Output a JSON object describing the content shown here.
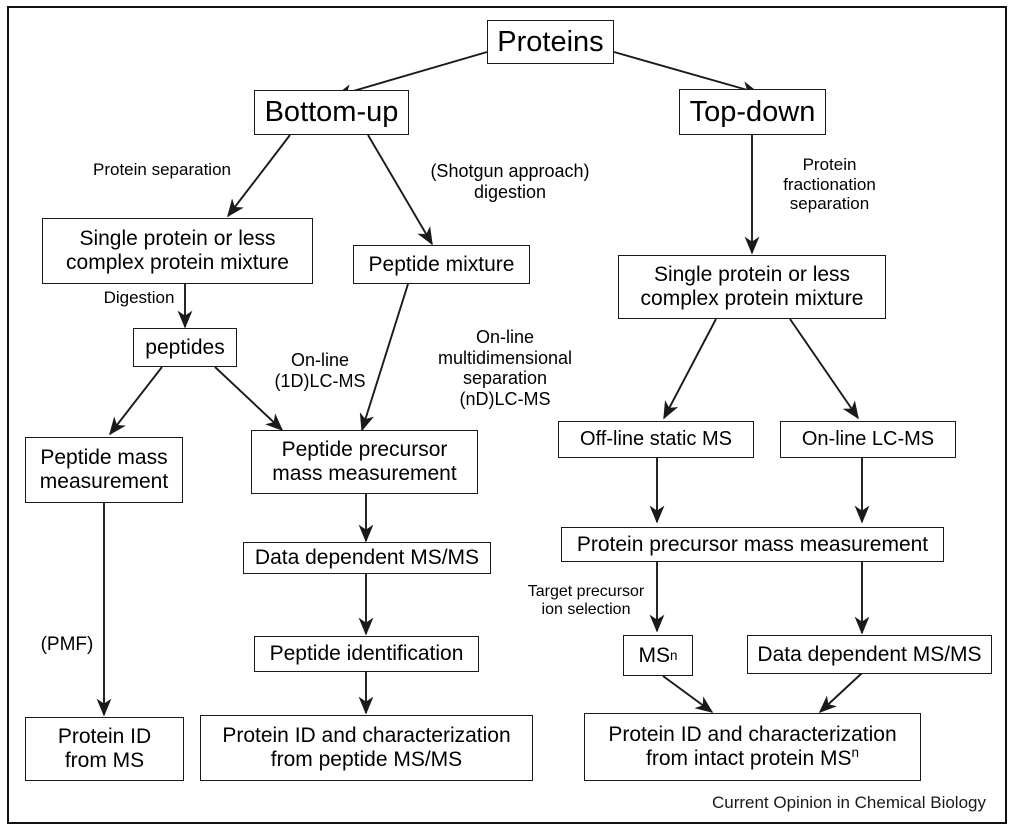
{
  "figure": {
    "title": "Proteomics workflow: bottom-up versus top-down mass spectrometry",
    "credit": "Current Opinion in Chemical Biology",
    "stroke_color": "#1a1a1a",
    "background_color": "#ffffff"
  },
  "nodes": {
    "proteins": "Proteins",
    "bottom_up": "Bottom-up",
    "top_down": "Top-down",
    "bu_single_protein": "Single protein or less\ncomplex protein mixture",
    "bu_peptide_mixture": "Peptide mixture",
    "bu_peptides": "peptides",
    "bu_peptide_mass": "Peptide mass\nmeasurement",
    "bu_precursor_mass": "Peptide precursor\nmass measurement",
    "bu_dd_msms": "Data dependent MS/MS",
    "bu_peptide_id": "Peptide identification",
    "bu_protein_id_ms": "Protein ID\nfrom MS",
    "bu_protein_id_char": "Protein ID and characterization\nfrom peptide MS/MS",
    "td_single_protein": "Single protein or less\ncomplex protein mixture",
    "td_offline_static": "Off-line static MS",
    "td_online_lcms": "On-line LC-MS",
    "td_precursor_mass": "Protein precursor mass measurement",
    "td_msn_prefix": "MS",
    "td_msn_sup": "n",
    "td_dd_msms": "Data dependent MS/MS",
    "td_result_line1": "Protein ID and characterization",
    "td_result_line2_a": "from  intact protein MS",
    "td_result_line2_sup": "n"
  },
  "edge_labels": {
    "protein_separation": "Protein separation",
    "shotgun": "(Shotgun approach)\ndigestion",
    "digestion": "Digestion",
    "online_1d": "On-line\n(1D)LC-MS",
    "online_nd": "On-line\nmultidimensional\nseparation\n(nD)LC-MS",
    "pmf": "(PMF)",
    "protein_fractionation": "Protein\nfractionation\nseparation",
    "target_precursor": "Target precursor\nion selection"
  },
  "chart_data": {
    "type": "diagram",
    "subtype": "flowchart",
    "title": "Proteins workflow",
    "root": "Proteins",
    "branches": [
      "Bottom-up",
      "Top-down"
    ],
    "edges": [
      {
        "from": "Proteins",
        "to": "Bottom-up",
        "label": ""
      },
      {
        "from": "Proteins",
        "to": "Top-down",
        "label": ""
      },
      {
        "from": "Bottom-up",
        "to": "Single protein or less complex protein mixture",
        "label": "Protein separation"
      },
      {
        "from": "Bottom-up",
        "to": "Peptide mixture",
        "label": "(Shotgun approach) digestion"
      },
      {
        "from": "Single protein or less complex protein mixture",
        "to": "peptides",
        "label": "Digestion"
      },
      {
        "from": "peptides",
        "to": "Peptide mass measurement",
        "label": ""
      },
      {
        "from": "peptides",
        "to": "Peptide precursor mass measurement",
        "label": "On-line (1D)LC-MS"
      },
      {
        "from": "Peptide mixture",
        "to": "Peptide precursor mass measurement",
        "label": "On-line multidimensional separation (nD)LC-MS"
      },
      {
        "from": "Peptide mass measurement",
        "to": "Protein ID from MS",
        "label": "(PMF)"
      },
      {
        "from": "Peptide precursor mass measurement",
        "to": "Data dependent MS/MS",
        "label": ""
      },
      {
        "from": "Data dependent MS/MS",
        "to": "Peptide identification",
        "label": ""
      },
      {
        "from": "Peptide identification",
        "to": "Protein ID and characterization from peptide MS/MS",
        "label": ""
      },
      {
        "from": "Top-down",
        "to": "Single protein or less complex protein mixture",
        "label": "Protein fractionation separation"
      },
      {
        "from": "Single protein or less complex protein mixture",
        "to": "Off-line static MS",
        "label": ""
      },
      {
        "from": "Single protein or less complex protein mixture",
        "to": "On-line LC-MS",
        "label": ""
      },
      {
        "from": "Off-line static MS",
        "to": "Protein precursor mass measurement",
        "label": ""
      },
      {
        "from": "On-line LC-MS",
        "to": "Protein precursor mass measurement",
        "label": ""
      },
      {
        "from": "Protein precursor mass measurement",
        "to": "MSn",
        "label": "Target precursor ion selection"
      },
      {
        "from": "Protein precursor mass measurement",
        "to": "Data dependent MS/MS",
        "label": ""
      },
      {
        "from": "MSn",
        "to": "Protein ID and characterization from intact protein MSn",
        "label": ""
      },
      {
        "from": "Data dependent MS/MS",
        "to": "Protein ID and characterization from intact protein MSn",
        "label": ""
      }
    ]
  }
}
